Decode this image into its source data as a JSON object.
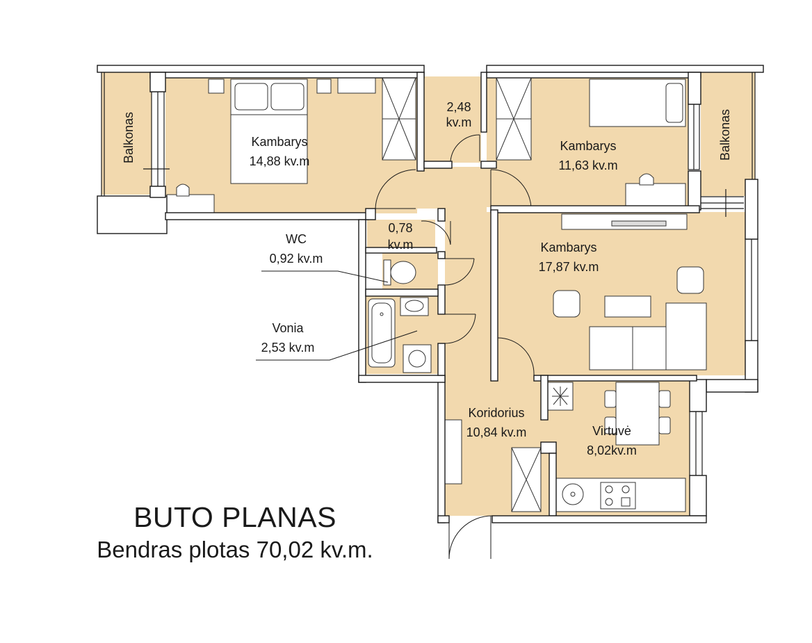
{
  "colors": {
    "floor": "#f2d9ae",
    "wall": "#1a1a1a",
    "furniture_fill": "#ffffff",
    "text": "#1a1a1a"
  },
  "rooms": {
    "bedroom_1": {
      "name": "Kambarys",
      "area": "14,88 kv.m"
    },
    "storage_1": {
      "name": "2,48",
      "area": "kv.m"
    },
    "bedroom_2": {
      "name": "Kambarys",
      "area": "11,63 kv.m"
    },
    "storage_2": {
      "name": "0,78",
      "area": "kv.m"
    },
    "living": {
      "name": "Kambarys",
      "area": "17,87 kv.m"
    },
    "corridor": {
      "name": "Koridorius",
      "area": "10,84 kv.m"
    },
    "kitchen": {
      "name": "Virtuvė",
      "area": "8,02kv.m"
    },
    "balcony_left": {
      "name": "Balkonas"
    },
    "balcony_right": {
      "name": "Balkonas"
    }
  },
  "callouts": {
    "wc": {
      "name": "WC",
      "area": "0,92 kv.m"
    },
    "bath": {
      "name": "Vonia",
      "area": "2,53 kv.m"
    }
  },
  "plan_title": "BUTO PLANAS",
  "plan_total": "Bendras plotas 70,02 kv.m."
}
